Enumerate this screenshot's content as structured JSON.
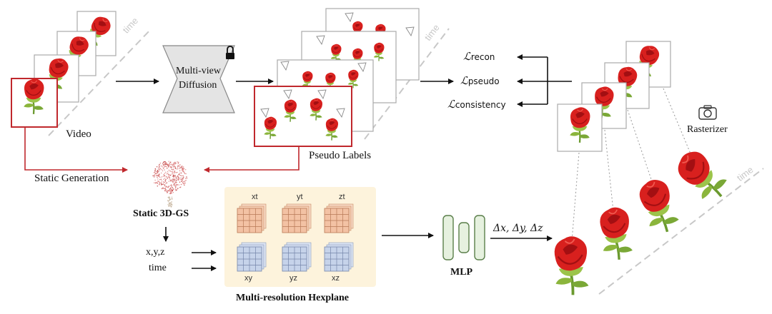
{
  "labels": {
    "video": "Video",
    "static_generation": "Static Generation",
    "multi_view_line1": "Multi-view",
    "multi_view_line2": "Diffusion",
    "pseudo_labels": "Pseudo Labels",
    "static_3dgs": "Static 3D-GS",
    "xyz": "x,y,z",
    "time_input": "time",
    "hexplane_title": "Multi-resolution Hexplane",
    "mlp": "MLP",
    "delta": "Δx, Δy, Δz",
    "rasterizer": "Rasterizer",
    "time_axis": "time"
  },
  "losses": {
    "L_symbol": "ℒ",
    "recon": "recon",
    "pseudo": "pseudo",
    "consistency": "consistency"
  },
  "hexplane_planes": [
    "xt",
    "yt",
    "zt",
    "xy",
    "yz",
    "xz"
  ],
  "colors": {
    "accent_red": "#c0282d",
    "rose_red": "#d8201e",
    "stem_green": "#6b9a2f",
    "diffusion_grey": "#e4e4e4",
    "hexplane_bg": "#fdf3dc",
    "plane_orange": "#f3c2a4",
    "plane_blue": "#c6d3ea",
    "mlp_green": "#e6f1df",
    "dashed_grey": "#c8c8c8"
  },
  "icons": {
    "lock": "lock-icon",
    "camera": "camera-icon"
  }
}
